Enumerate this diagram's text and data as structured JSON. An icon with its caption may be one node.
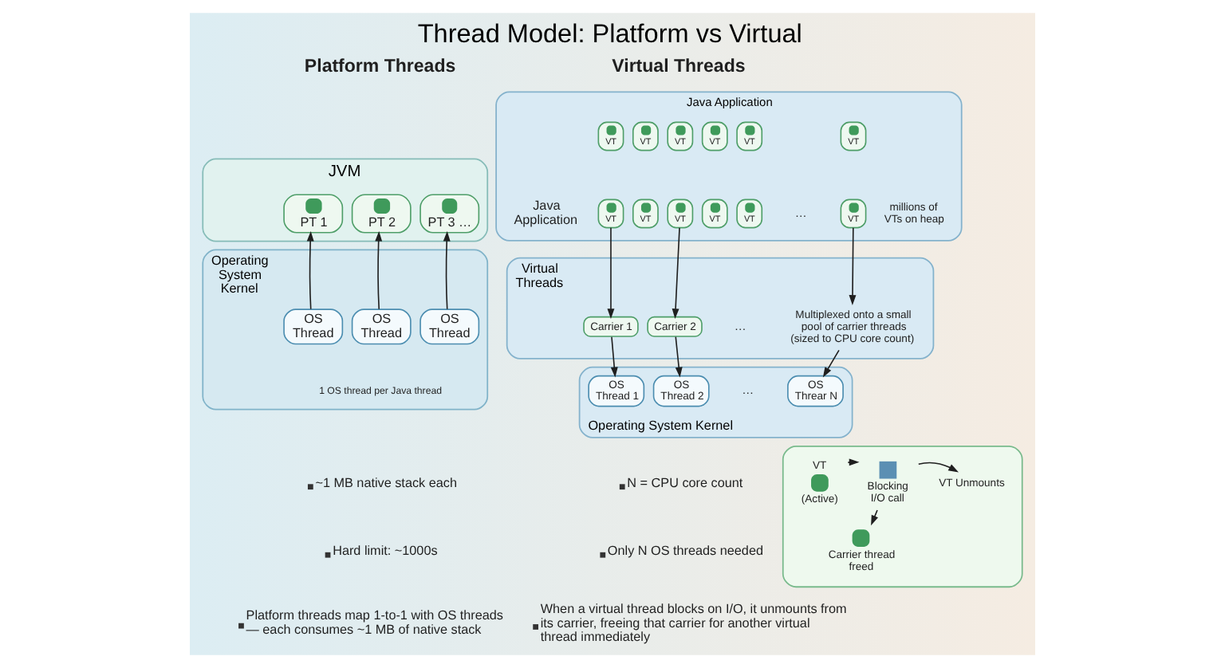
{
  "diagram": {
    "title": "Thread Model: Platform vs Virtual",
    "nodes": [
      {
        "text": [
          "JVM"
        ]
      },
      {
        "text": [
          "PT 1"
        ],
        "in": 0
      },
      {
        "text": [
          "PT 2"
        ],
        "in": 0
      },
      {
        "text": [
          "PT 3 …"
        ],
        "in": 0
      },
      {
        "text": [
          "Operating System Kernel",
          "1 OS thread per Java thread"
        ]
      },
      {
        "text": [
          "OS Thread"
        ],
        "in": 4
      },
      {
        "text": [
          "OS Thread"
        ],
        "in": 4
      },
      {
        "text": [
          "OS Thread"
        ],
        "in": 4
      },
      {
        "text": [
          "Java Application",
          "Java Application",
          "millions of VTs on heap"
        ]
      },
      {
        "text": [
          "VT"
        ],
        "in": 8
      },
      {
        "text": [
          "VT"
        ],
        "in": 8
      },
      {
        "text": [
          "VT"
        ],
        "in": 8
      },
      {
        "text": [
          "VT"
        ],
        "in": 8
      },
      {
        "text": [
          "VT"
        ],
        "in": 8
      },
      {
        "text": [
          "VT"
        ],
        "in": 8
      },
      {
        "text": [
          "VT"
        ],
        "in": 8
      },
      {
        "text": [
          "VT"
        ],
        "in": 8
      },
      {
        "text": [
          "VT"
        ],
        "in": 8
      },
      {
        "text": [
          "VT"
        ],
        "in": 8
      },
      {
        "text": [
          "VT"
        ],
        "in": 8
      },
      {
        "text": [
          "VT"
        ],
        "in": 8
      },
      {
        "text": [
          "Virtual Threads"
        ]
      },
      {
        "text": [
          "Carrier 1"
        ],
        "in": 21
      },
      {
        "text": [
          "Carrier 2"
        ],
        "in": 21
      },
      {
        "text": [
          "Multiplexed onto a small pool of carrier threads (sized to CPU core count)"
        ],
        "in": 21
      },
      {
        "text": [
          "Operating System Kernel"
        ]
      },
      {
        "text": [
          "OS Thread 1"
        ],
        "in": 25
      },
      {
        "text": [
          "OS Thread 2"
        ],
        "in": 25
      },
      {
        "text": [
          "OS Threar N"
        ],
        "in": 25
      },
      {
        "text": [],
        "shape": "box"
      },
      {
        "text": [
          "VT",
          "(Active)"
        ],
        "in": 29
      },
      {
        "text": [
          "Blocking I/O call"
        ],
        "in": 29
      },
      {
        "text": [
          "VT Unmounts"
        ],
        "in": 29
      },
      {
        "text": [
          "Carrier thread freed"
        ],
        "in": 29
      }
    ],
    "edges": [
      {
        "from": 5,
        "to": 1,
        "arrow": "to"
      },
      {
        "from": 6,
        "to": 2,
        "arrow": "to"
      },
      {
        "from": 7,
        "to": 3,
        "arrow": "to"
      },
      {
        "from": 15,
        "to": 22,
        "arrow": "to"
      },
      {
        "from": 17,
        "to": 23,
        "arrow": "to"
      },
      {
        "from": 20,
        "to": 24,
        "arrow": "to"
      },
      {
        "from": 22,
        "to": 26,
        "arrow": "to"
      },
      {
        "from": 23,
        "to": 27,
        "arrow": "to"
      },
      {
        "from": 24,
        "to": 28,
        "arrow": "to"
      },
      {
        "from": 30,
        "to": 31,
        "arrow": "to"
      },
      {
        "from": 31,
        "to": 32,
        "arrow": "to"
      },
      {
        "from": 31,
        "to": 33,
        "arrow": "to"
      }
    ],
    "labels": [
      "Platform Threads",
      "Virtual Threads",
      "…",
      "…",
      "…",
      "~1 MB native stack each",
      "Hard limit: ~1000s",
      "Platform threads map 1-to-1 with OS threads — each consumes ~1 MB of native stack",
      "N = CPU core count",
      "Only N OS threads needed",
      "When a virtual thread blocks on I/O, it unmounts from its carrier, freeing that carrier for another virtual thread immediately"
    ]
  }
}
